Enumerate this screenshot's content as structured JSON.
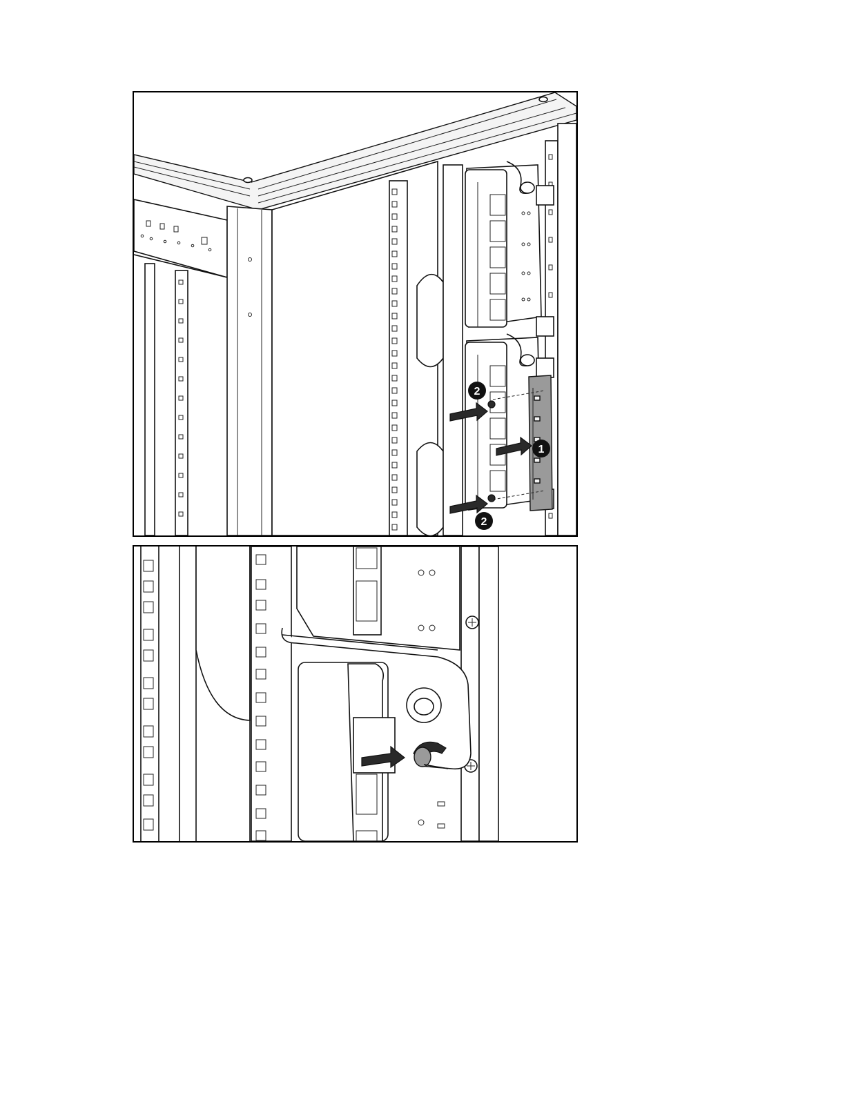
{
  "figure": {
    "callouts": [
      {
        "label": "1",
        "meaning": "bracket"
      },
      {
        "label": "2",
        "meaning": "screw"
      },
      {
        "label": "2",
        "meaning": "screw"
      }
    ]
  },
  "colors": {
    "line": "#111111",
    "background": "#ffffff",
    "bracket": "#9a9a9a",
    "callout": "#111111"
  }
}
